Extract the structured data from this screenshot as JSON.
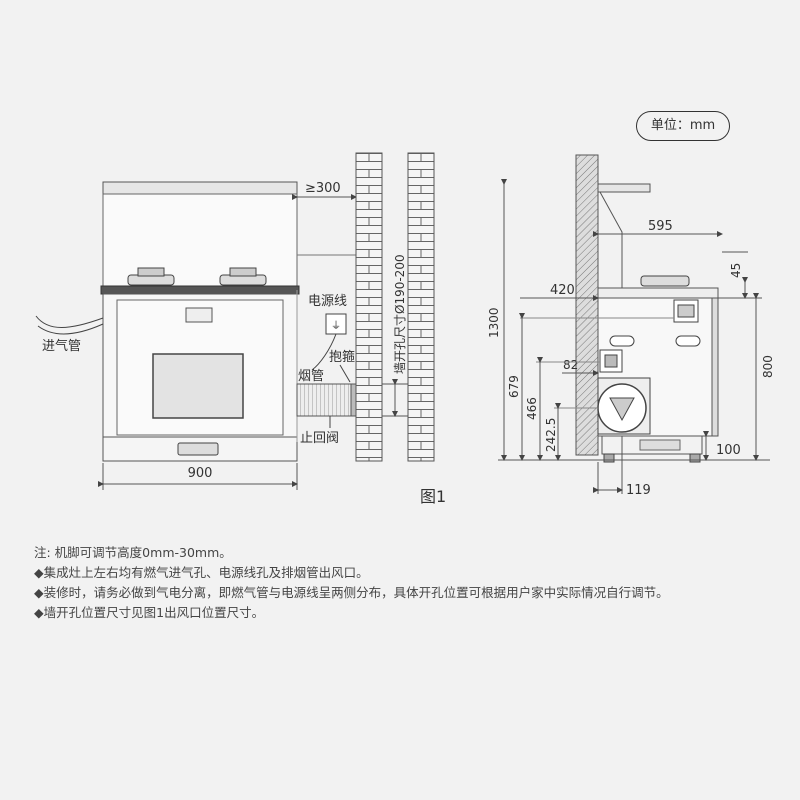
{
  "unit_label": "单位：mm",
  "figure_caption": "图1",
  "front_view": {
    "width_dim": "900",
    "wall_gap_dim": "≥300",
    "wall_hole_dim": "墙开孔尺寸Ø190-200",
    "labels": {
      "gas_inlet": "进气管",
      "power_cord": "电源线",
      "clamp": "抱箍",
      "smoke_pipe": "烟管",
      "check_valve": "止回阀"
    }
  },
  "side_view": {
    "dims": {
      "depth_595": "595",
      "dim_45": "45",
      "dim_420": "420",
      "height_1300": "1300",
      "height_800": "800",
      "dim_679": "679",
      "dim_82": "82",
      "dim_466": "466",
      "dim_242_5": "242.5",
      "dim_100": "100",
      "dim_119": "119"
    }
  },
  "notes": [
    "注: 机脚可调节高度0mm-30mm。",
    "◆集成灶上左右均有燃气进气孔、电源线孔及排烟管出风口。",
    "◆装修时，请务必做到气电分离，即燃气管与电源线呈两侧分布，具体开孔位置可根据用户家中实际情况自行调节。",
    "◆墙开孔位置尺寸见图1出风口位置尺寸。"
  ]
}
